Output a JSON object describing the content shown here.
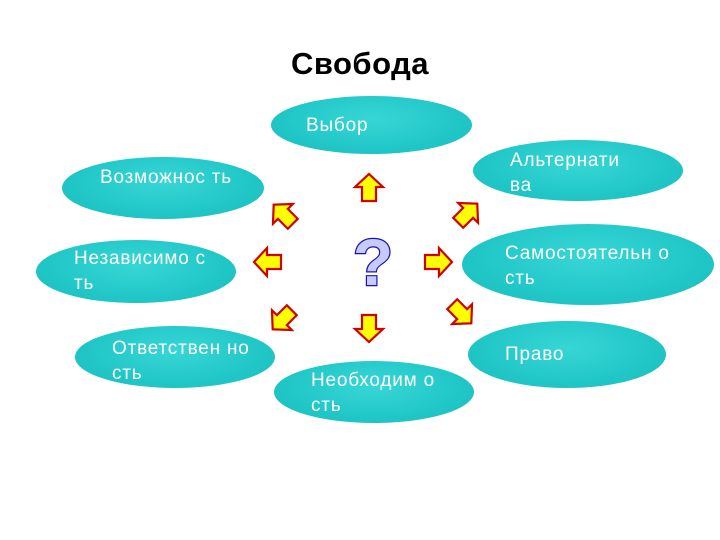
{
  "title": "Свобода",
  "center_symbol": "?",
  "nodes": {
    "vybor": "Выбор",
    "alternativa": "Альтернати ва",
    "vozmozhnost": "Возможнос ть",
    "nezavisimost": "Независимо сть",
    "samostoyatelnost": "Самостоятельн ость",
    "otvetstvennost": "Ответствен ность",
    "pravo": "Право",
    "neobkhodimost": "Необходим ость"
  },
  "colors": {
    "bubble": "#21c7c7",
    "arrow_fill": "#ffff00",
    "arrow_stroke": "#d10000",
    "question_fill": "#c7c9ff",
    "question_stroke": "#1414b4"
  }
}
